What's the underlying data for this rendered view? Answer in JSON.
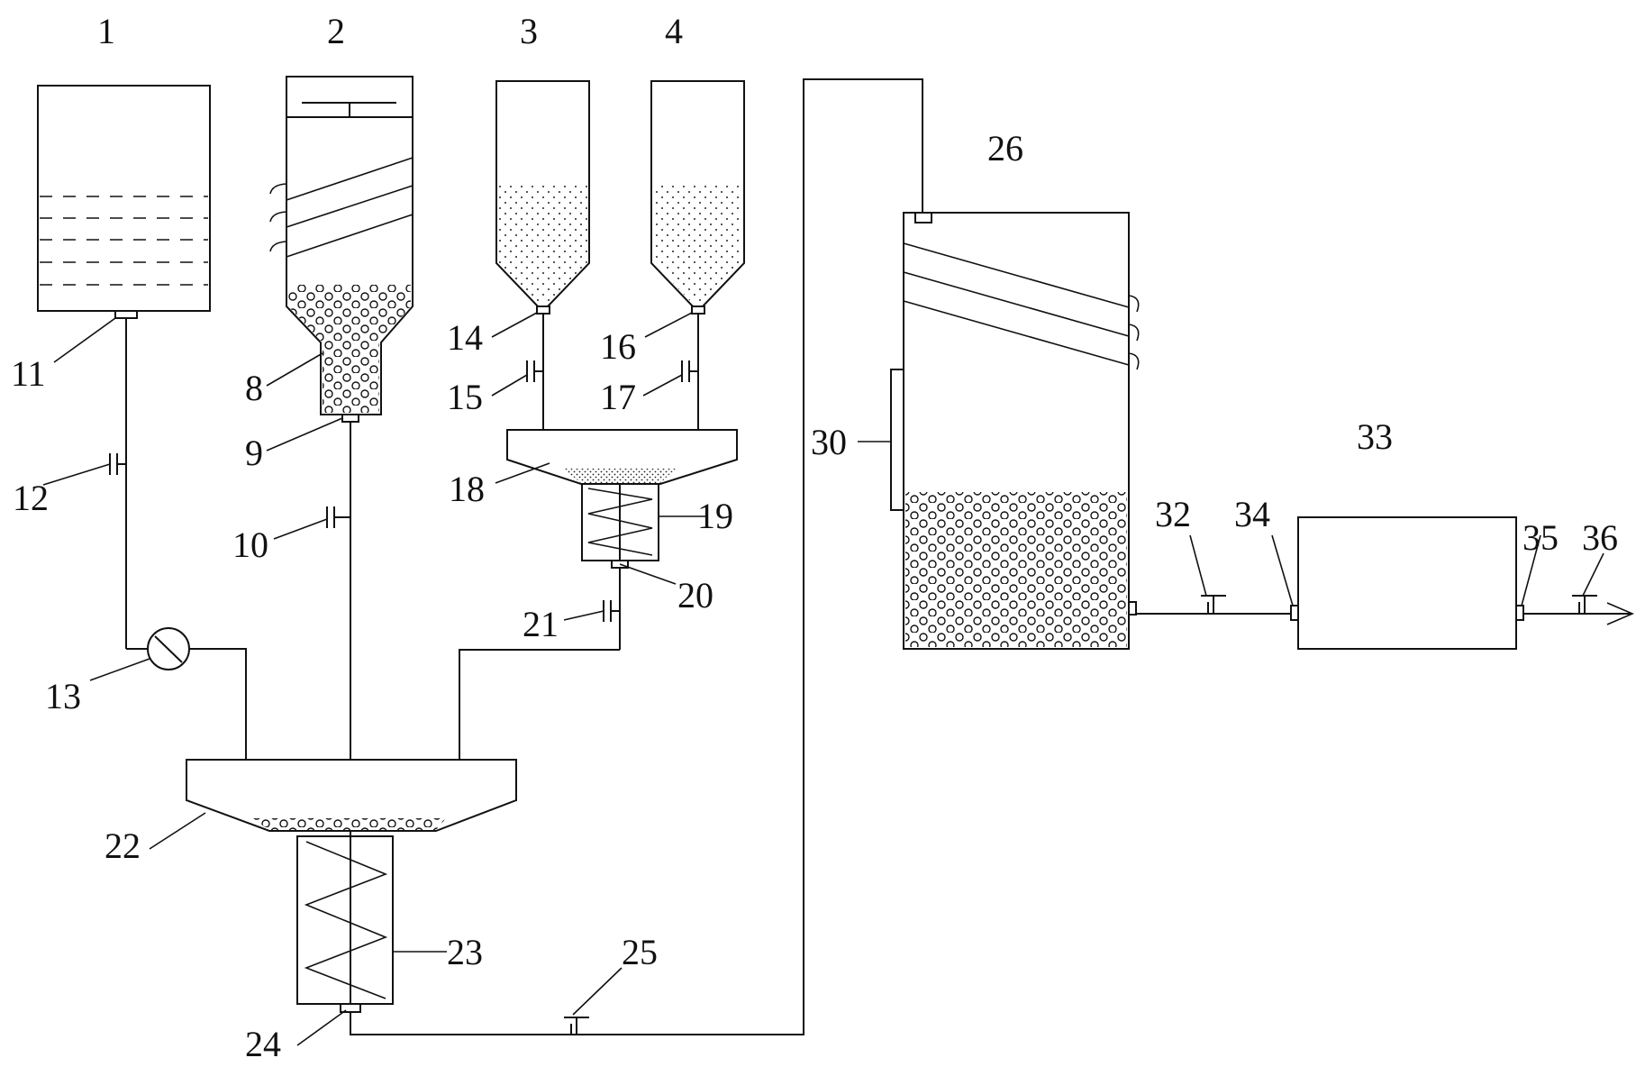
{
  "labels": {
    "l1": "1",
    "l2": "2",
    "l3": "3",
    "l4": "4",
    "l8": "8",
    "l9": "9",
    "l10": "10",
    "l11": "11",
    "l12": "12",
    "l13": "13",
    "l14": "14",
    "l15": "15",
    "l16": "16",
    "l17": "17",
    "l18": "18",
    "l19": "19",
    "l20": "20",
    "l21": "21",
    "l22": "22",
    "l23": "23",
    "l24": "24",
    "l25": "25",
    "l26": "26",
    "l30": "30",
    "l32": "32",
    "l33": "33",
    "l34": "34",
    "l35": "35",
    "l36": "36"
  }
}
